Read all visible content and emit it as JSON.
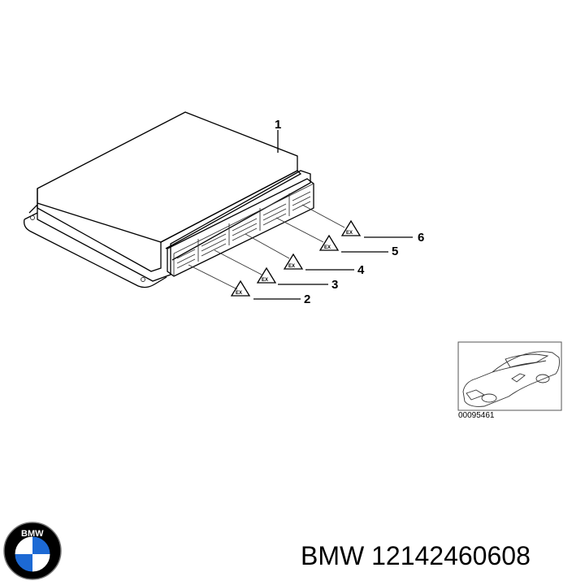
{
  "callouts": {
    "c1": "1",
    "c2": "2",
    "c3": "3",
    "c4": "4",
    "c5": "5",
    "c6": "6"
  },
  "car_thumbnail": {
    "code": "00095461"
  },
  "logo": {
    "text": "BMW",
    "icon": "bmw-roundel-icon"
  },
  "caption": {
    "brand": "BMW",
    "part_number": "12142460608"
  },
  "colors": {
    "line": "#000000",
    "fill": "#ffffff",
    "logo_blue": "#1c69d4",
    "logo_ring": "#000000"
  }
}
